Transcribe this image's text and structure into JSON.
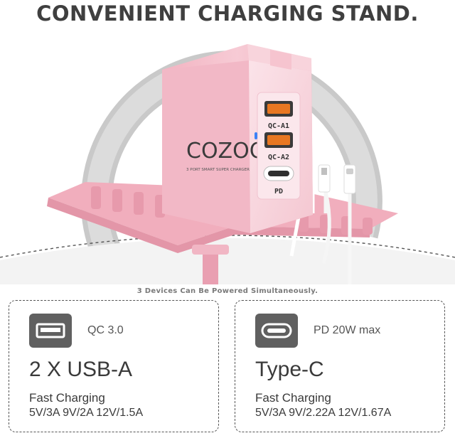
{
  "headline": "CONVENIENT CHARGING STAND.",
  "charger": {
    "brand": "COZOO",
    "subtitle": "3 PORT SMART SUPER CHARGER",
    "ports": [
      "QC-A1",
      "QC-A2",
      "PD"
    ]
  },
  "caption": "3 Devices Can Be Powered Simultaneously.",
  "cards": [
    {
      "icon": "usb-a-port-icon",
      "badge": "QC 3.0",
      "title": "2 X USB-A",
      "fast_label": "Fast Charging",
      "specs": "5V/3A 9V/2A 12V/1.5A"
    },
    {
      "icon": "usb-c-port-icon",
      "badge": "PD 20W max",
      "title": "Type-C",
      "fast_label": "Fast Charging",
      "specs": "5V/3A 9V/2.22A 12V/1.67A"
    }
  ],
  "colors": {
    "charger_pink": "#f4bfcb",
    "ring_gray": "#c7c7c7",
    "port_orange": "#e87722",
    "icon_gray": "#606060"
  }
}
